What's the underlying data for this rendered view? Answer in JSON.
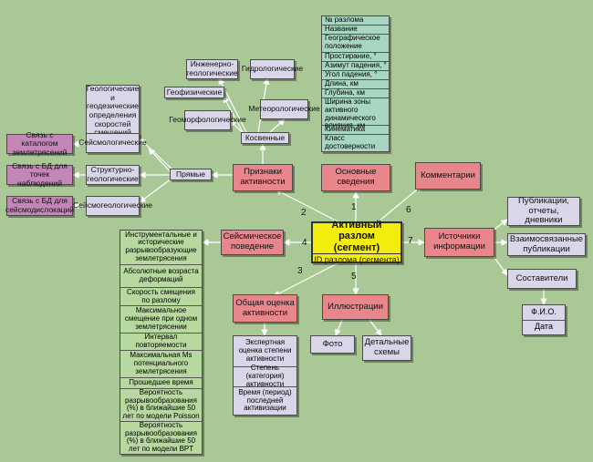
{
  "center": {
    "title": "Активный разлом (сегмент)",
    "id_label": "ID разлома (сегмента)"
  },
  "main_info": {
    "label": "Основные сведения",
    "fields": [
      "№ разлома",
      "Название",
      "Географическое положение",
      "Простирание, °",
      "Азимут падения, °",
      "Угол падения, °",
      "Длина, км",
      "Глубина, км",
      "Ширина зоны активного динамического влияния, км",
      "Кинематика",
      "Класс достоверности"
    ]
  },
  "activity_signs": {
    "label": "Признаки активности",
    "indirect": {
      "label": "Косвенные",
      "items": [
        "Инженерно-геологические",
        "Гидрологические",
        "Геофизические",
        "Геоморфологические",
        "Метеорологические"
      ]
    },
    "direct": {
      "label": "Прямые",
      "items": [
        "Геологические и геодезические определения скоростей смещений",
        "Сейсмологические",
        "Структурно-геологические",
        "Сейсмогеологические"
      ]
    },
    "links": [
      "Связь с каталогом землетрясений",
      "Связь с БД для точек наблюдений",
      "Связь с БД для сейсмодислокаций"
    ]
  },
  "comments": {
    "label": "Комментарии"
  },
  "sources": {
    "label": "Источники информации",
    "items": [
      "Публикации, отчеты, дневники",
      "Взаимосвязанные публикации",
      "Составители"
    ],
    "compilers": [
      "Ф.И.О.",
      "Дата"
    ]
  },
  "seismic": {
    "label": "Сейсмическое поведение",
    "params": [
      "Инструментальные и исторические разрывообразующие землетрясения",
      "Абсолютные возраста деформаций",
      "Скорость смещения по разлому",
      "Максимальное смещение при одном землетрясении",
      "Интервал повторяемости",
      "Максимальная Ms потенциального землетрясения",
      "Прошедшее время",
      "Вероятность разрывообразования (%) в ближайшие 50 лет по модели Poisson",
      "Вероятность разрывообразования (%) в ближайшие 50 лет по модели BPT"
    ]
  },
  "assessment": {
    "label": "Общая оценка активности",
    "items": [
      "Экспертная оценка степени активности",
      "Степень (категория) активности",
      "Время (период) последней активизации"
    ]
  },
  "illustrations": {
    "label": "Иллюстрации",
    "items": [
      "Фото",
      "Детальные схемы"
    ]
  },
  "numbers": [
    "1",
    "2",
    "3",
    "4",
    "5",
    "6",
    "7"
  ],
  "colors": {
    "background": "#a9c896",
    "center": "#f4ec0c",
    "category": "#e9868c",
    "item": "#d9d6e9",
    "link": "#c485b8",
    "main_info": "#a9d6c3",
    "seismic": "#b7d89e"
  }
}
